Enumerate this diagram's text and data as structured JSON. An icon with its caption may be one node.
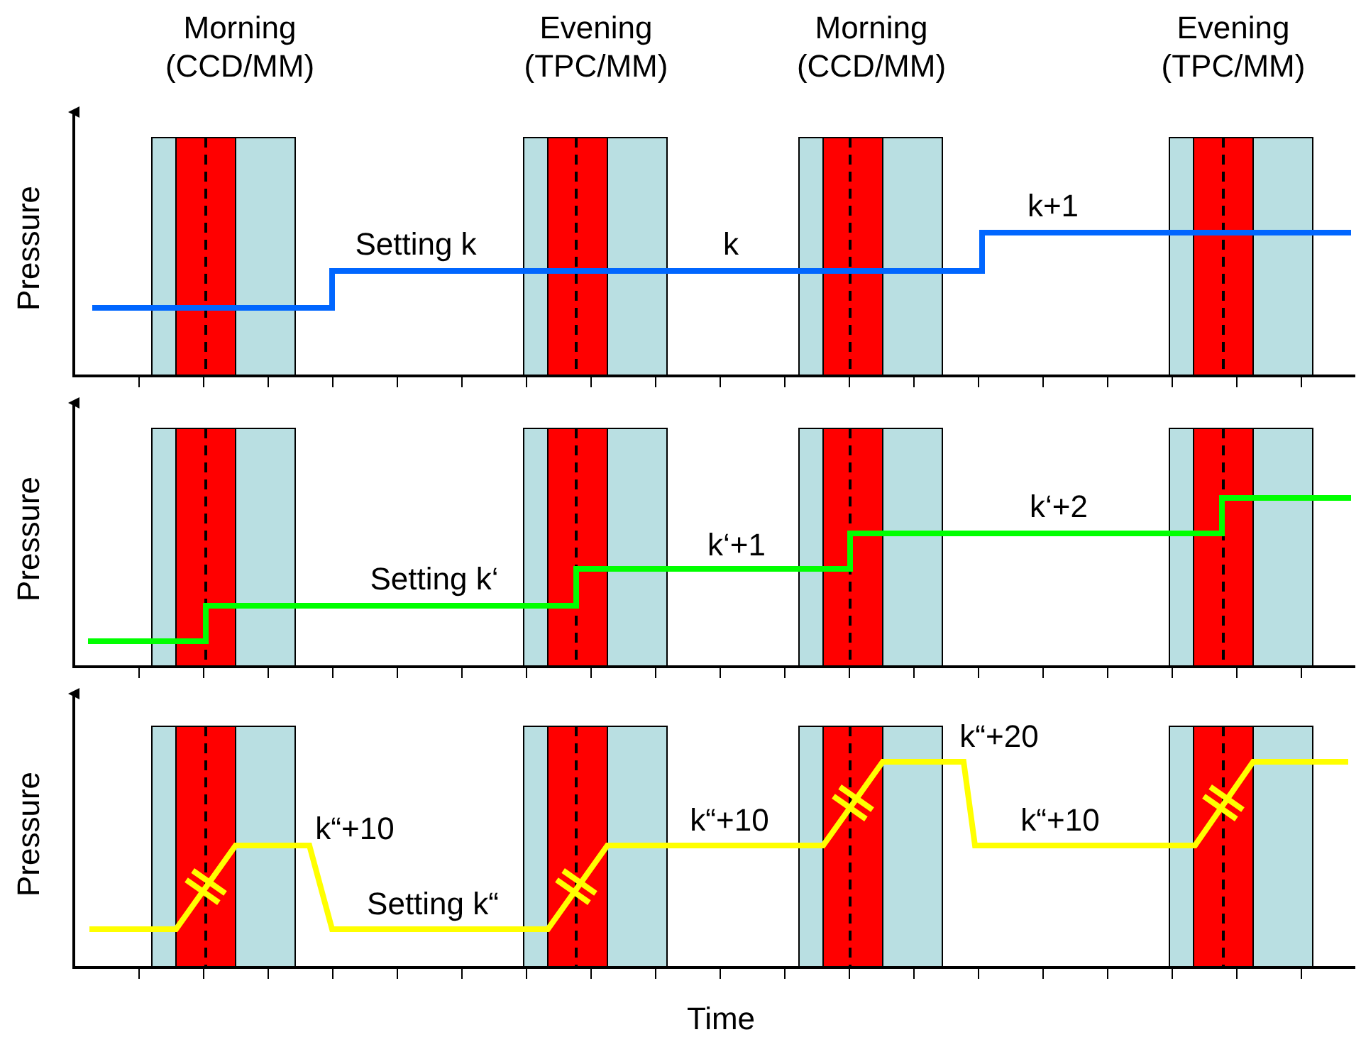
{
  "diagram": {
    "labels": [
      "Morning (CCD/MM)",
      "Evening (TPC/MM)",
      "Morning (CCD/MM)",
      "Evening (TPC/MM)",
      "Pressure",
      "Setting k",
      "k",
      "k+1",
      "Pressure",
      "Setting k‘",
      "k‘+1",
      "k‘+2",
      "Pressure",
      "k“+10",
      "Setting k“",
      "k“+10",
      "k“+20",
      "k“+10",
      "Time"
    ]
  }
}
